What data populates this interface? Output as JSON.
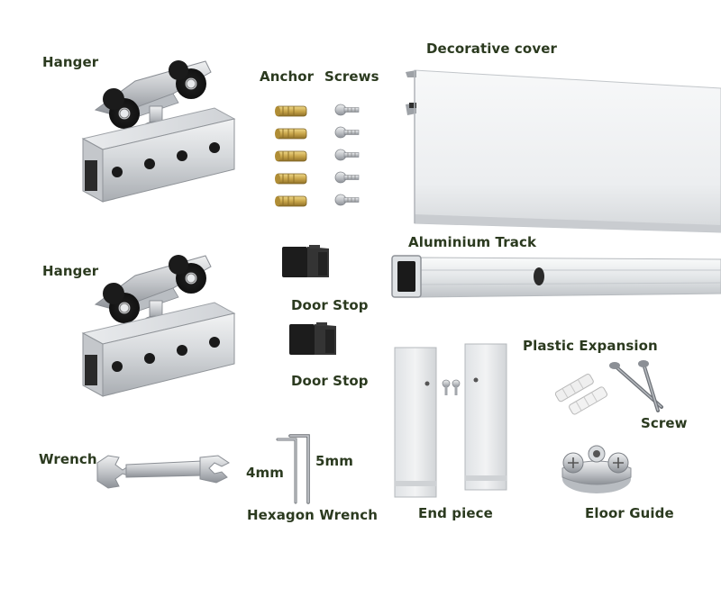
{
  "labels": {
    "hanger_1": "Hanger",
    "hanger_2": "Hanger",
    "anchor": "Anchor",
    "screws": "Screws",
    "decorative_cover": "Decorative cover",
    "aluminium_track": "Aluminium Track",
    "door_stop_1": "Door Stop",
    "door_stop_2": "Door Stop",
    "plastic_expansion": "Plastic Expansion",
    "screw": "Screw",
    "wrench": "Wrench",
    "wrench_4mm": "4mm",
    "wrench_5mm": "5mm",
    "hexagon_wrench": "Hexagon Wrench",
    "end_piece": "End piece",
    "floor_guide": "Eloor Guide"
  },
  "colors": {
    "label_text": "#2b3a1f",
    "aluminium_light": "#e6e8ea",
    "aluminium_mid": "#c9ccd0",
    "aluminium_dark": "#9a9ea4",
    "black_part": "#1e1e1e",
    "brass": "#c9a64a"
  }
}
